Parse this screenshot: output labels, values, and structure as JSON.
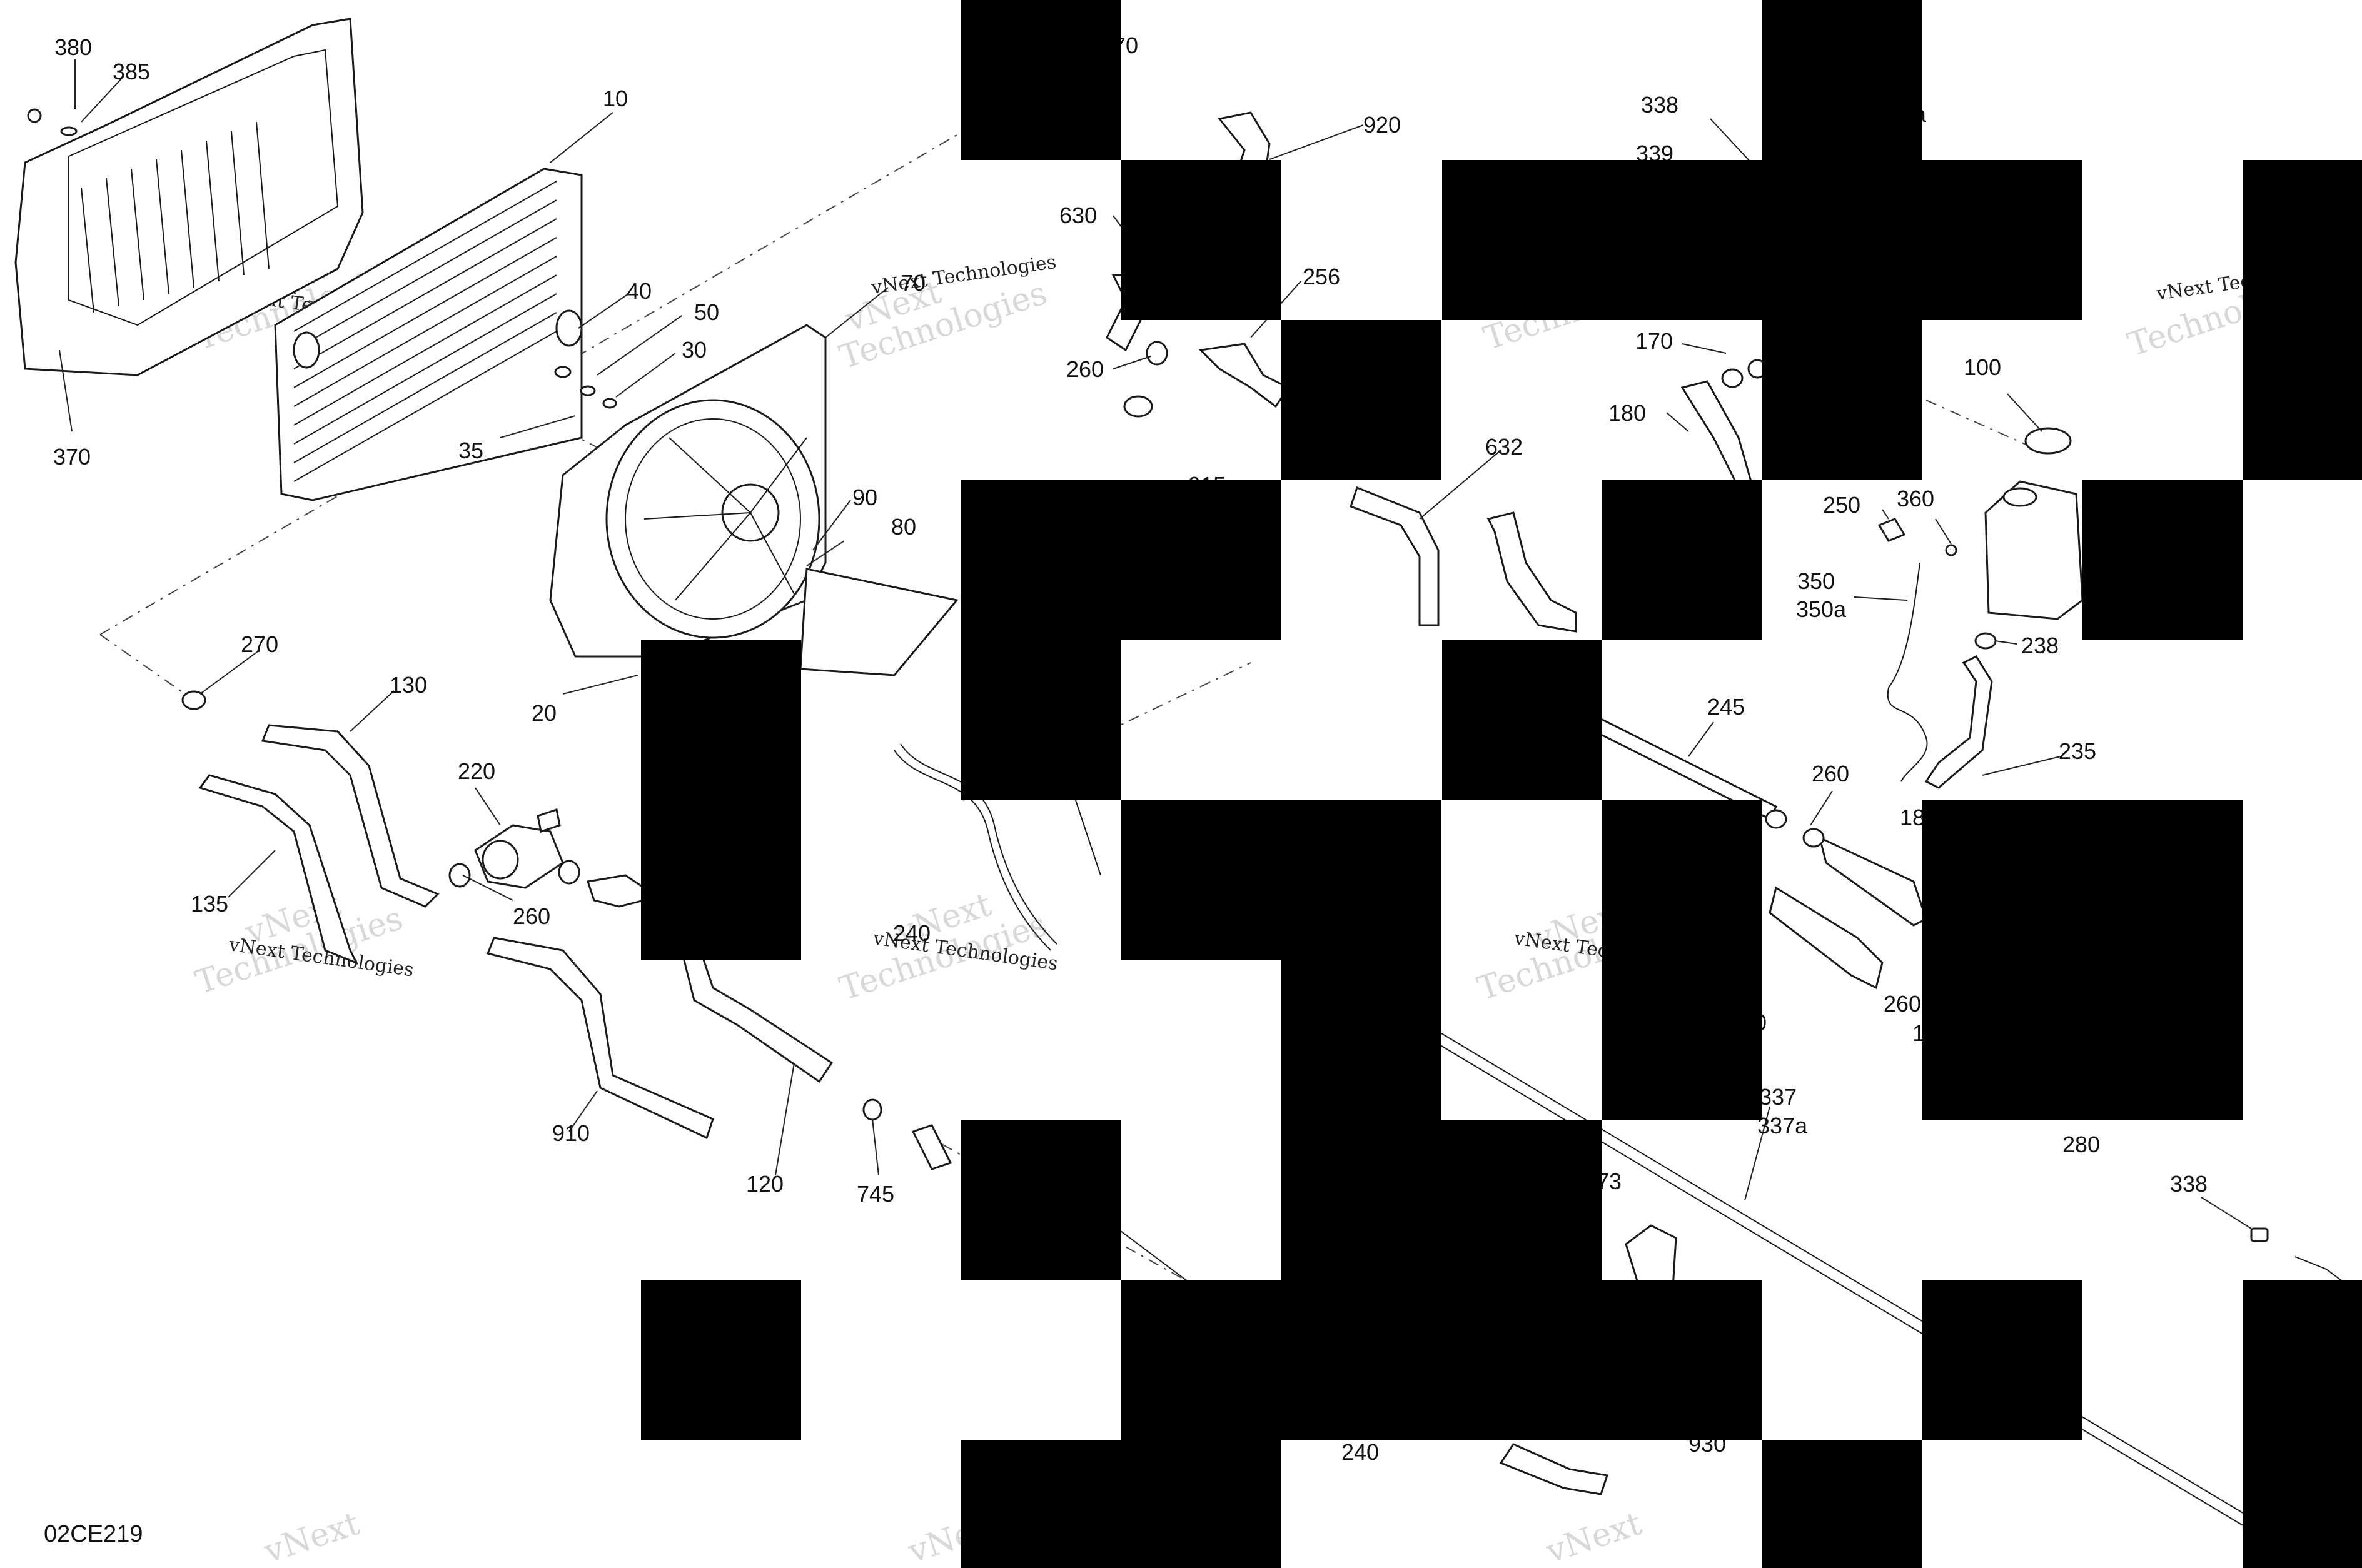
{
  "diagram": {
    "code": "02CE219",
    "watermark": {
      "line1": "vNext",
      "line2": "Technologies",
      "line3": "vNext Technologies"
    },
    "labels": [
      {
        "id": "l380",
        "text": "380"
      },
      {
        "id": "l385",
        "text": "385"
      },
      {
        "id": "l10",
        "text": "10"
      },
      {
        "id": "l370",
        "text": "370"
      },
      {
        "id": "l40",
        "text": "40"
      },
      {
        "id": "l50",
        "text": "50"
      },
      {
        "id": "l30",
        "text": "30"
      },
      {
        "id": "l35",
        "text": "35"
      },
      {
        "id": "l70a",
        "text": "70"
      },
      {
        "id": "l70b",
        "text": "70"
      },
      {
        "id": "l90",
        "text": "90"
      },
      {
        "id": "l80",
        "text": "80"
      },
      {
        "id": "l270",
        "text": "270"
      },
      {
        "id": "l130",
        "text": "130"
      },
      {
        "id": "l20",
        "text": "20"
      },
      {
        "id": "l220",
        "text": "220"
      },
      {
        "id": "l135",
        "text": "135"
      },
      {
        "id": "l260a",
        "text": "260"
      },
      {
        "id": "l910",
        "text": "910"
      },
      {
        "id": "l120",
        "text": "120"
      },
      {
        "id": "l745",
        "text": "745"
      },
      {
        "id": "l240a",
        "text": "240"
      },
      {
        "id": "l920",
        "text": "920"
      },
      {
        "id": "l630",
        "text": "630"
      },
      {
        "id": "l256",
        "text": "256"
      },
      {
        "id": "l260b",
        "text": "260"
      },
      {
        "id": "l5",
        "text": "5"
      },
      {
        "id": "l915",
        "text": "915"
      },
      {
        "id": "l632",
        "text": "632"
      },
      {
        "id": "l338a",
        "text": "338"
      },
      {
        "id": "l339",
        "text": "339"
      },
      {
        "id": "la",
        "text": "a"
      },
      {
        "id": "l170",
        "text": "170"
      },
      {
        "id": "l180a",
        "text": "180"
      },
      {
        "id": "l100",
        "text": "100"
      },
      {
        "id": "l250",
        "text": "250"
      },
      {
        "id": "l360",
        "text": "360"
      },
      {
        "id": "l350",
        "text": "350"
      },
      {
        "id": "l350a",
        "text": "350a"
      },
      {
        "id": "l238",
        "text": "238"
      },
      {
        "id": "l245",
        "text": "245"
      },
      {
        "id": "l260c",
        "text": "260"
      },
      {
        "id": "l235",
        "text": "235"
      },
      {
        "id": "l18",
        "text": "18"
      },
      {
        "id": "l0",
        "text": "0"
      },
      {
        "id": "l260d",
        "text": "260"
      },
      {
        "id": "l1",
        "text": "1"
      },
      {
        "id": "l337",
        "text": "337"
      },
      {
        "id": "l337a",
        "text": "337a"
      },
      {
        "id": "l280",
        "text": "280"
      },
      {
        "id": "l338b",
        "text": "338"
      },
      {
        "id": "l73",
        "text": "73"
      },
      {
        "id": "l240b",
        "text": "240"
      },
      {
        "id": "l930",
        "text": "930"
      }
    ]
  }
}
